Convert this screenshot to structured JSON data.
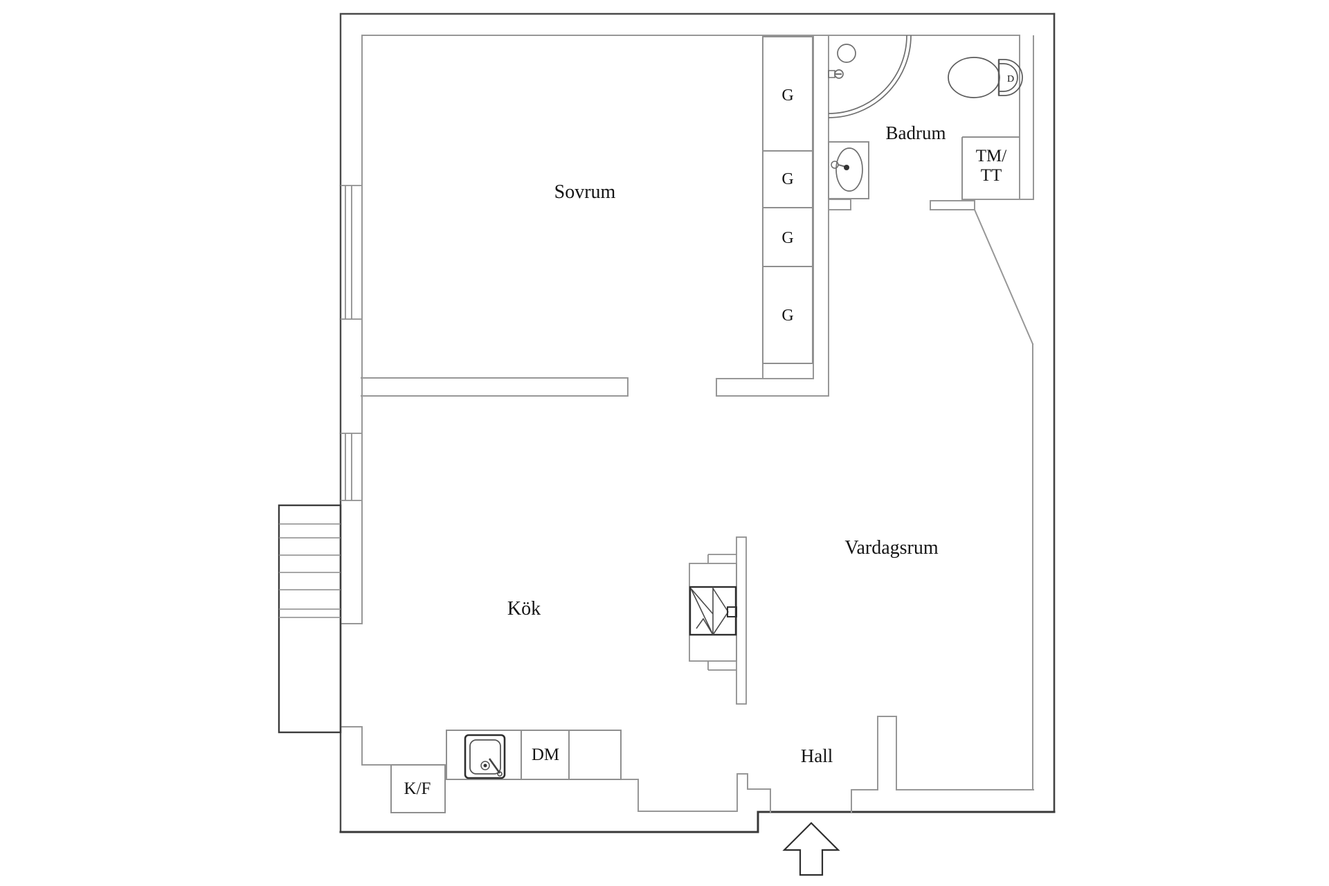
{
  "floorplan": {
    "background": "#ffffff",
    "colors": {
      "exterior_wall": "#454545",
      "interior_wall": "#979797",
      "fixture_line": "#6e6e6e",
      "dark_fixture": "#2e2e2e",
      "label_text": "#141414"
    },
    "rooms": {
      "bedroom": {
        "label": "Sovrum"
      },
      "bathroom": {
        "label": "Badrum"
      },
      "kitchen": {
        "label": "Kök"
      },
      "living_room": {
        "label": "Vardagsrum"
      },
      "hall": {
        "label": "Hall"
      }
    },
    "fixtures": {
      "wardrobe": {
        "label": "G"
      },
      "washer_dryer": {
        "line1": "TM/",
        "line2": "TT"
      },
      "fridge_freezer": {
        "label": "K/F"
      },
      "dishwasher": {
        "label": "DM"
      },
      "toilet_button": {
        "label": "D"
      }
    }
  }
}
